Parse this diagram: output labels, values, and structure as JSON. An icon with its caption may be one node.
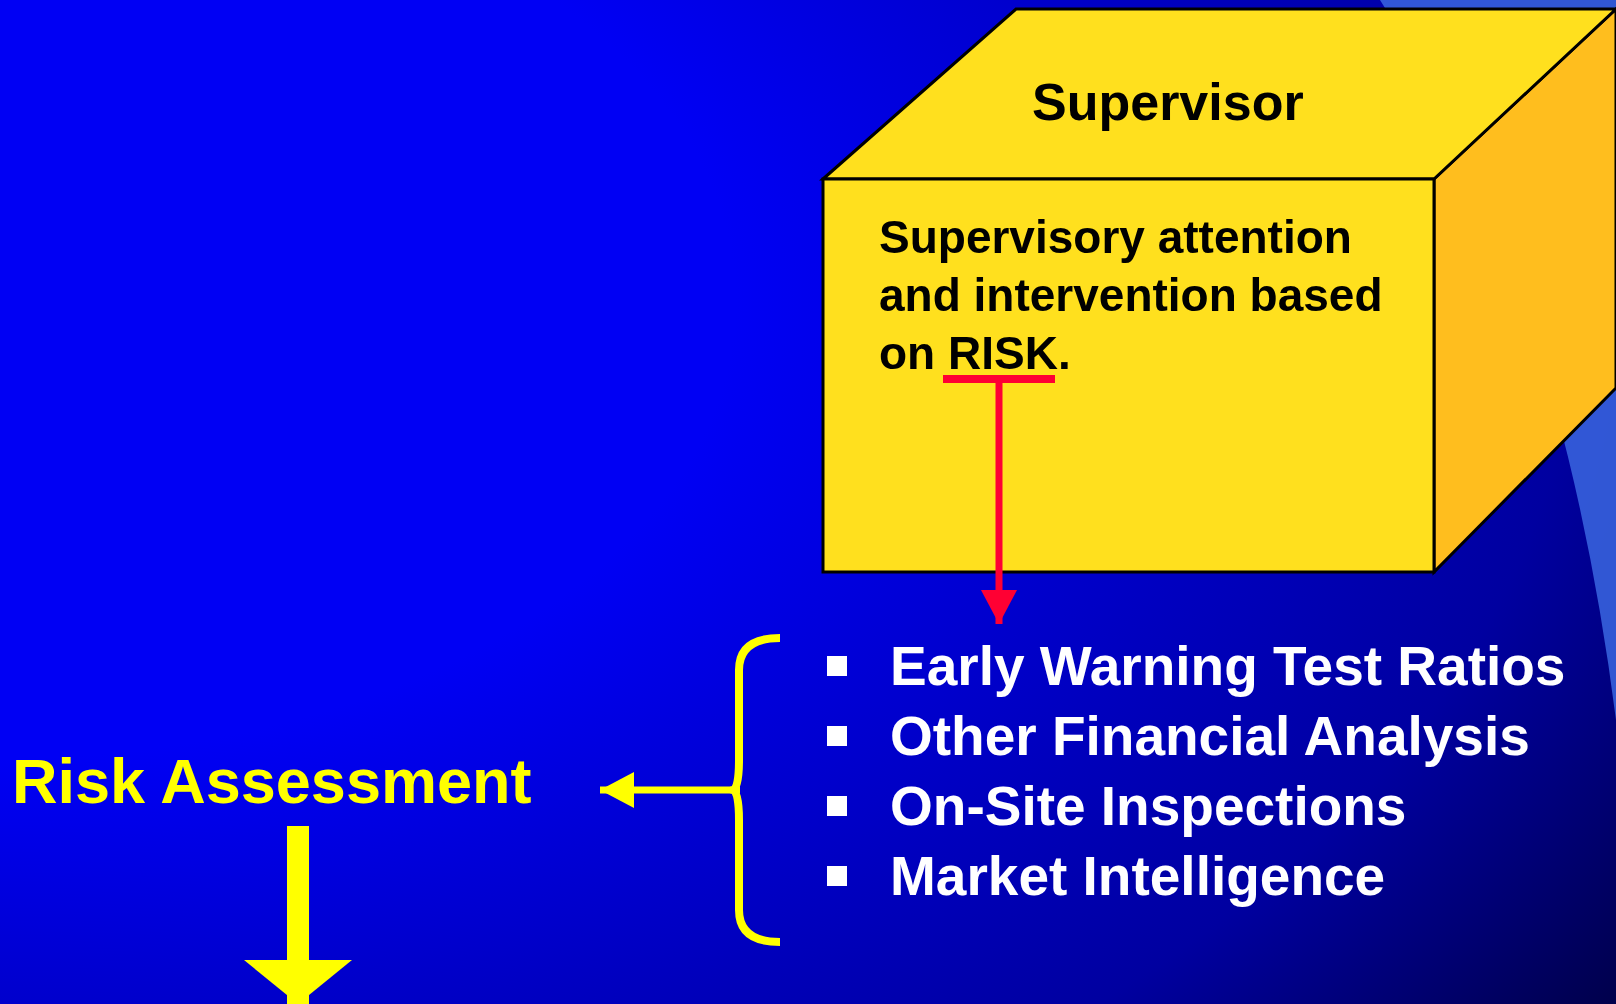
{
  "diagram": {
    "nodes": [
      {
        "text": [
          "Supervisor",
          "Supervisory attention and intervention based on RISK."
        ]
      },
      {
        "text": [
          "Early Warning Test Ratios",
          "Other Financial Analysis",
          "On-Site Inspections",
          "Market Intelligence"
        ]
      },
      {
        "text": [
          "Risk Assessment"
        ]
      }
    ],
    "edges": [
      {
        "from": 0,
        "to": 1,
        "arrow": "to",
        "color": "#ff0033"
      },
      {
        "from": 1,
        "to": 2,
        "arrow": "to"
      },
      {
        "from": 2,
        "to": null,
        "arrow": "to",
        "style": "thick"
      }
    ]
  }
}
